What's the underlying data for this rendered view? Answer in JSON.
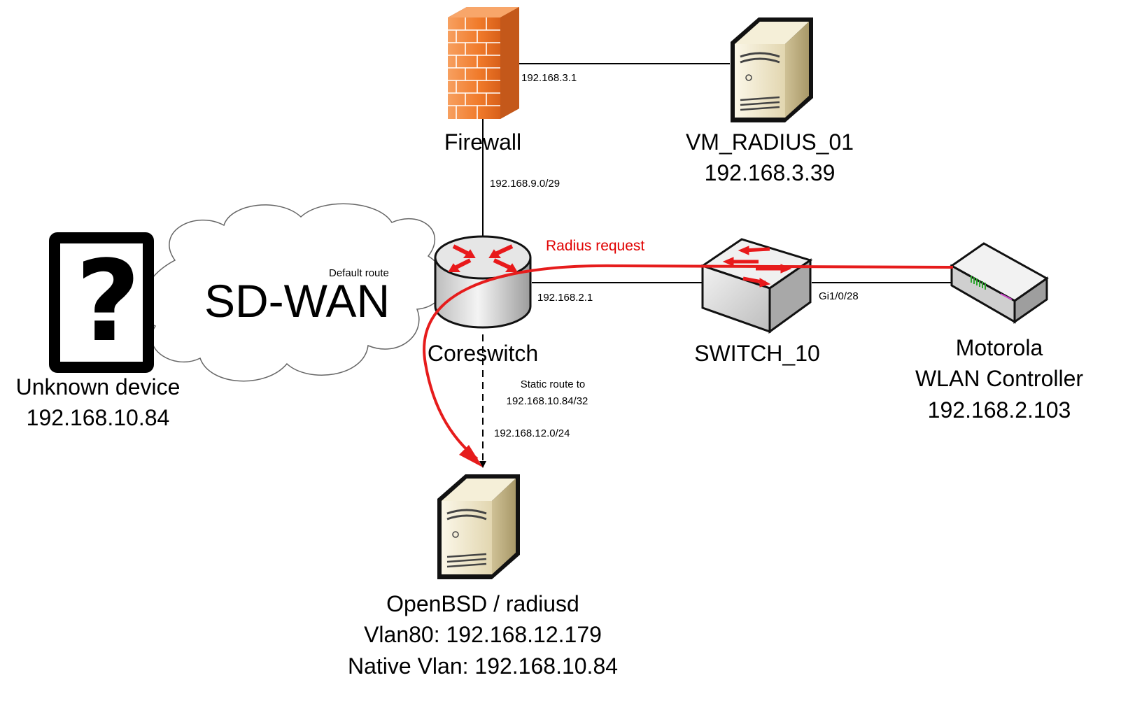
{
  "nodes": {
    "firewall": {
      "label": "Firewall",
      "icon": "firewall-icon"
    },
    "vm_radius": {
      "name": "VM_RADIUS_01",
      "ip": "192.168.3.39",
      "icon": "server-icon"
    },
    "coreswitch": {
      "label": "Coreswitch",
      "icon": "router-icon"
    },
    "switch10": {
      "label": "SWITCH_10",
      "icon": "switch-icon"
    },
    "motorola": {
      "line1": "Motorola",
      "line2": "WLAN Controller",
      "ip": "192.168.2.103",
      "icon": "wlan-controller-icon"
    },
    "unknown": {
      "line1": "Unknown device",
      "ip": "192.168.10.84",
      "icon": "question-device-icon",
      "glyph": "?"
    },
    "openbsd": {
      "line1": "OpenBSD / radiusd",
      "line2": "Vlan80: 192.168.12.179",
      "line3": "Native Vlan: 192.168.10.84",
      "icon": "server-icon"
    },
    "sdwan": {
      "label": "SD-WAN",
      "icon": "cloud-icon"
    }
  },
  "links": {
    "firewall_ip": "192.168.3.1",
    "fw_core_net": "192.168.9.0/29",
    "core_switch_ip": "192.168.2.1",
    "switch_port": "Gi1/0/28",
    "default_route": "Default  route",
    "static_route_1": "Static route to",
    "static_route_2": "192.168.10.84/32",
    "openbsd_net": "192.168.12.0/24",
    "radius_request": "Radius request"
  },
  "colors": {
    "radius_path": "#e61c1c",
    "firewall_brick": "#f07a2a",
    "server_body": "#ece3c6",
    "device_gray": "#d6d6d6"
  }
}
